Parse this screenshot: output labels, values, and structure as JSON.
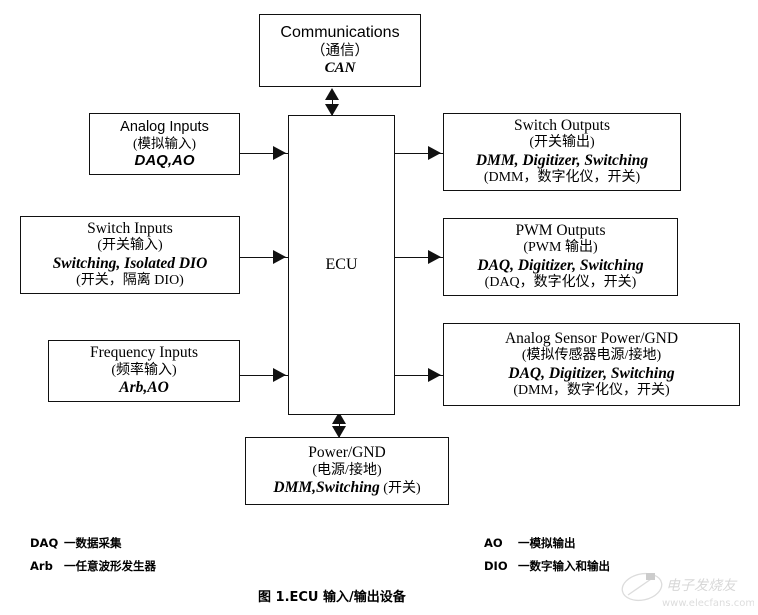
{
  "diagram": {
    "caption": "图 1.ECU 输入/输出设备",
    "center": {
      "label": "ECU"
    },
    "top_block": {
      "title": "Communications",
      "subtitle": "（通信）",
      "devices": "CAN"
    },
    "bottom_block": {
      "title": "Power/GND",
      "subtitle": "(电源/接地)",
      "devices": "DMM,Switching",
      "devices_cn": "(开关)"
    },
    "inputs": [
      {
        "title": "Analog Inputs",
        "subtitle": "(模拟输入)",
        "devices": "DAQ,AO",
        "devices_cn": ""
      },
      {
        "title": "Switch Inputs",
        "subtitle": "(开关输入)",
        "devices": "Switching, Isolated DIO",
        "devices_cn": "(开关，隔离 DIO)"
      },
      {
        "title": "Frequency Inputs",
        "subtitle": "(频率输入)",
        "devices": "Arb,AO",
        "devices_cn": ""
      }
    ],
    "outputs": [
      {
        "title": "Switch Outputs",
        "subtitle": "(开关输出)",
        "devices": "DMM, Digitizer, Switching",
        "devices_cn": "(DMM，数字化仪，开关)"
      },
      {
        "title": "PWM Outputs",
        "subtitle": "(PWM 输出)",
        "devices": "DAQ, Digitizer, Switching",
        "devices_cn": "(DAQ，数字化仪，开关)"
      },
      {
        "title": "Analog Sensor Power/GND",
        "subtitle": "(模拟传感器电源/接地)",
        "devices": "DAQ, Digitizer, Switching",
        "devices_cn": "(DMM，数字化仪，开关)"
      }
    ],
    "legend": {
      "left": [
        {
          "key": "DAQ",
          "desc": "一数据采集"
        },
        {
          "key": "Arb",
          "desc": "一任意波形发生器"
        }
      ],
      "right": [
        {
          "key": "AO",
          "desc": "一模拟输出"
        },
        {
          "key": "DIO",
          "desc": "一数字输入和输出"
        }
      ]
    },
    "watermark": {
      "text": "电子发烧友",
      "url": "www.elecfans.com"
    }
  }
}
